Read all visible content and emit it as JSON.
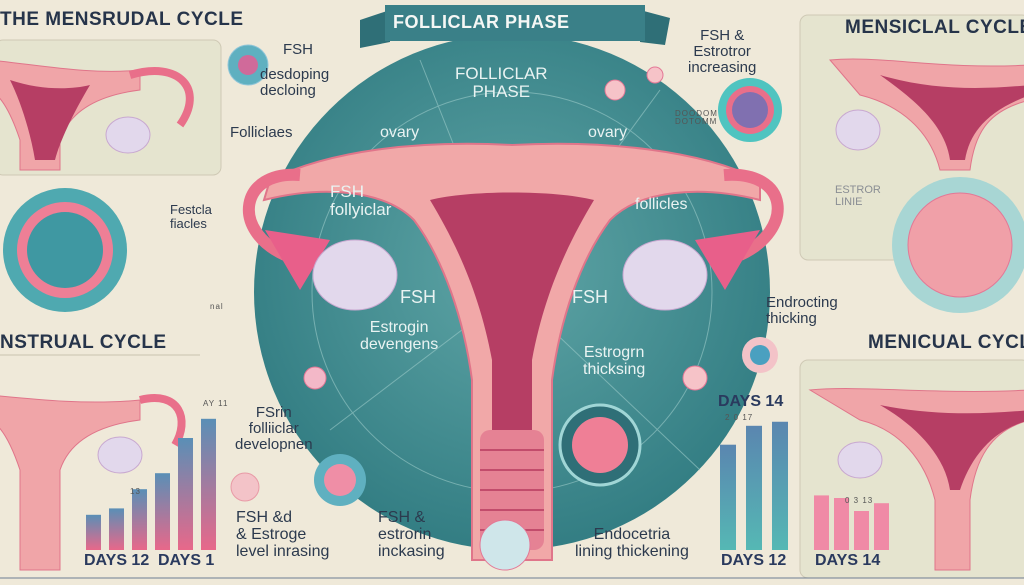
{
  "colors": {
    "background": "#efe9d9",
    "teal": "#3f8a8f",
    "pink": "#e96f8a",
    "uterus": "#f0a5a8",
    "lining": "#b0395f",
    "follicle": "#e2d8ec"
  },
  "banner": {
    "label": "FOLLICLAR PHASE"
  },
  "center": {
    "heading_line1": "FOLLICLAR",
    "heading_line2": "PHASE",
    "ovary_left": "ovary",
    "ovary_right": "ovary",
    "fsh_follicular_1": "FSH",
    "fsh_follicular_2": "follyiclar",
    "follicles": "follicles",
    "fsh_left": "FSH",
    "fsh_right": "FSH",
    "estrogen_left_1": "Estrogin",
    "estrogen_left_2": "devengens",
    "estrogen_right_1": "Estrogrn",
    "estrogen_right_2": "thicksing"
  },
  "left": {
    "title_top": "THE MENSRUDAL CYCLE",
    "title_mid": "NSTRUAL CYCLE",
    "fsh": "FSH",
    "developing_1": "desdoping",
    "developing_2": "decloing",
    "folliclaes": "Folliclaes",
    "festcla_1": "Festcla",
    "festcla_2": "fiacles",
    "mini_label": "nal",
    "bar_label_1": "13",
    "bar_label_2": "AY 11",
    "days_a": "DAYS 12",
    "days_b": "DAYS 1",
    "fsh_dev_1": "FSrin",
    "fsh_dev_2": "folliiclar",
    "fsh_dev_3": "developnen",
    "fsh_level_1": "FSH &d",
    "fsh_level_2": "& Estroge",
    "fsh_level_3": "level inrasing",
    "fsh_estrorin_1": "FSH &",
    "fsh_estrorin_2": "estrorin",
    "fsh_estrorin_3": "inckasing"
  },
  "right": {
    "title_top": "MENSICLAL CYCLE",
    "title_mid": "MENICUAL CYCLE",
    "fsh_increasing_1": "FSH &",
    "fsh_increasing_2": "Estrotror",
    "fsh_increasing_3": "increasing",
    "tiny_1": "DOODOM",
    "tiny_2": "DOTOMM",
    "estro_1": "ESTROR",
    "estro_2": "LINIE",
    "endrocting_1": "Endrocting",
    "endrocting_2": "thicking",
    "days_14_top": "DAYS 14",
    "bar_nums": "2  0  17",
    "endocetria_1": "Endocetria",
    "endocetria_2": "lining thickening",
    "days_12": "DAYS 12",
    "bar_nums_2": "0 3 13",
    "days_14_bottom": "DAYS 14"
  },
  "charts": {
    "left_bars": [
      22,
      26,
      38,
      48,
      70,
      82
    ],
    "center_right_bars": [
      78,
      92,
      95
    ],
    "right_bars": [
      42,
      40,
      30,
      36
    ]
  }
}
